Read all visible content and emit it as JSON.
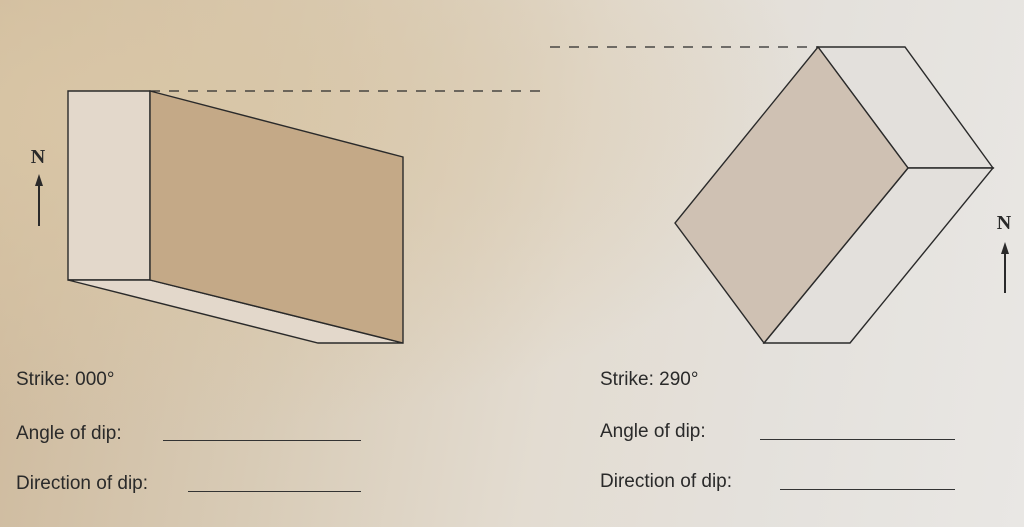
{
  "north_label": "N",
  "colors": {
    "line": "#2a2a2a",
    "left_front_face": "#c4a987",
    "left_side_faces": "#e3d8cb",
    "right_front_face": "#cfc1b3",
    "right_side_faces": "#e3e0dc"
  },
  "left_block": {
    "strike_text": "Strike: 000°",
    "angle_label": "Angle of dip:",
    "direction_label": "Direction of dip:"
  },
  "right_block": {
    "strike_text": "Strike: 290°",
    "angle_label": "Angle of dip:",
    "direction_label": "Direction of dip:"
  }
}
